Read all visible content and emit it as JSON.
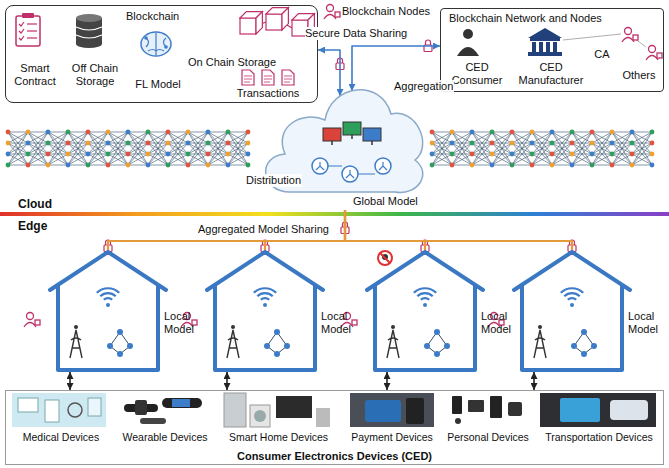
{
  "diagram": {
    "nodes": [
      {
        "text": [
          "Blockchain"
        ]
      },
      {
        "text": [
          "Smart Contract"
        ],
        "in": 0
      },
      {
        "text": [
          "Off Chain Storage"
        ],
        "in": 0
      },
      {
        "text": [
          "FL Model"
        ],
        "in": 0
      },
      {
        "text": [
          "On Chain Storage"
        ],
        "in": 0
      },
      {
        "text": [
          "Transactions"
        ],
        "in": 0
      },
      {
        "text": [
          "Blockchain Network and Nodes"
        ]
      },
      {
        "text": [
          "CED Consumer"
        ],
        "in": 6
      },
      {
        "text": [
          "CED Manufacturer"
        ],
        "in": 6
      },
      {
        "text": [
          "CA"
        ],
        "in": 6
      },
      {
        "text": [
          "Others"
        ],
        "in": 6
      },
      {
        "text": [
          "Aggregation",
          "Distribution",
          "Global Model"
        ]
      },
      {
        "text": [
          "Local Model"
        ]
      },
      {
        "text": [
          "Local Model"
        ]
      },
      {
        "text": [
          "Local Model"
        ]
      },
      {
        "text": [
          "Local Model"
        ]
      },
      {
        "text": [
          "Consumer Electronics Devices (CED)"
        ]
      },
      {
        "text": [
          "Medical Devices"
        ],
        "in": 16
      },
      {
        "text": [
          "Wearable Devices"
        ],
        "in": 16
      },
      {
        "text": [
          "Smart Home Devices"
        ],
        "in": 16
      },
      {
        "text": [
          "Payment Devices"
        ],
        "in": 16
      },
      {
        "text": [
          "Personal Devices"
        ],
        "in": 16
      },
      {
        "text": [
          "Transportation Devices"
        ],
        "in": 16
      }
    ],
    "edges": [
      {
        "from": 0,
        "to": 11,
        "arrow": "both"
      },
      {
        "from": 6,
        "to": 11,
        "arrow": "both"
      },
      {
        "from": 11,
        "to": 12,
        "arrow": "none"
      },
      {
        "from": 11,
        "to": 13,
        "arrow": "none"
      },
      {
        "from": 11,
        "to": 14,
        "arrow": "none"
      },
      {
        "from": 11,
        "to": 15,
        "arrow": "none"
      },
      {
        "from": 12,
        "to": 16,
        "arrow": "both"
      },
      {
        "from": 13,
        "to": 16,
        "arrow": "both"
      },
      {
        "from": 14,
        "to": 16,
        "arrow": "both"
      },
      {
        "from": 15,
        "to": 16,
        "arrow": "both"
      }
    ],
    "labels": [
      "Blockchain Nodes",
      "Secure Data Sharing",
      "Cloud",
      "Edge",
      "Aggregated Model Sharing"
    ]
  }
}
